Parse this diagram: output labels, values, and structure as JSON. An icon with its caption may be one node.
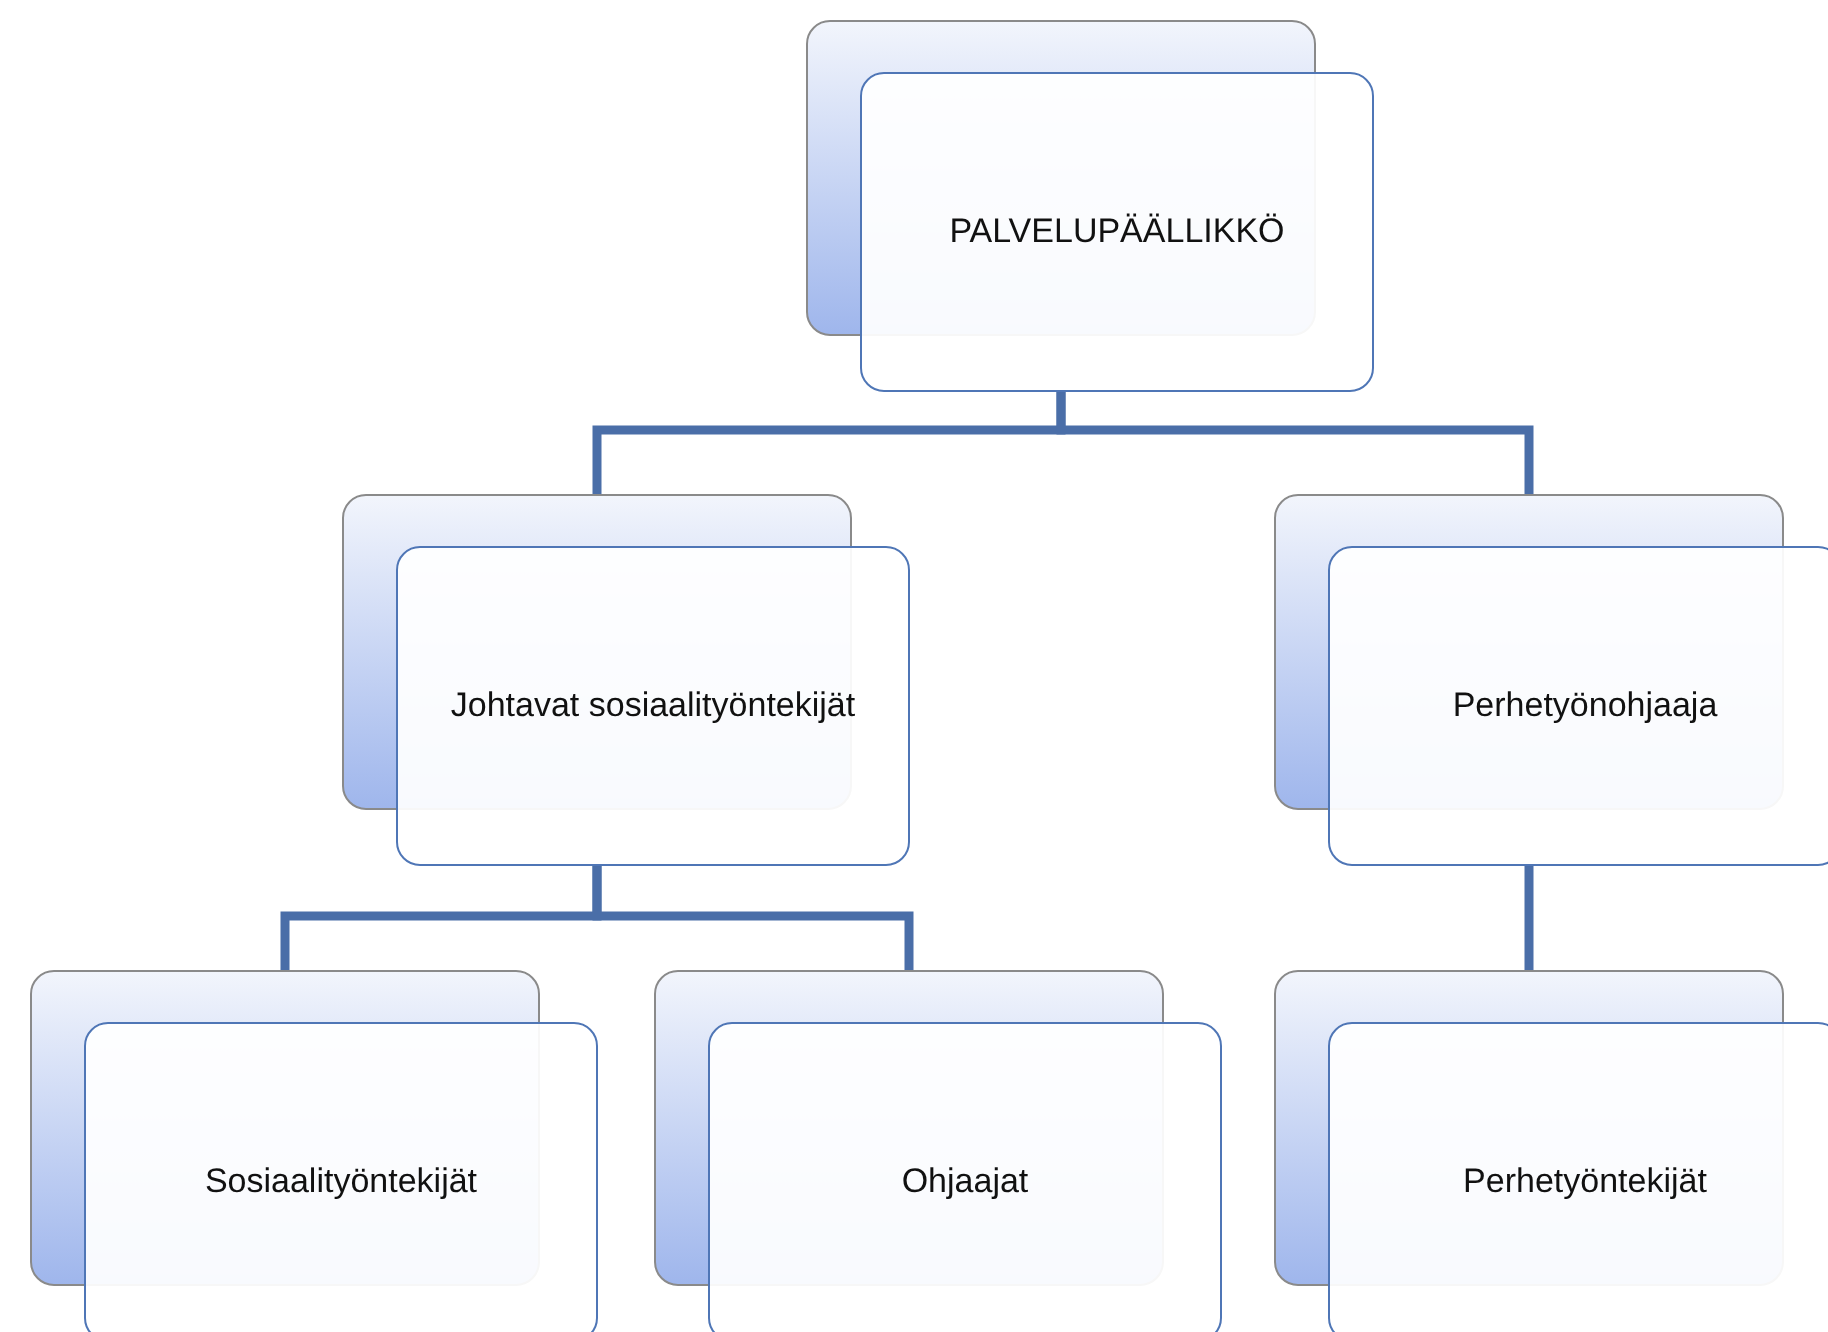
{
  "diagram": {
    "nodes": [
      {
        "text": [
          "PALVELUPÄÄLLIKKÖ"
        ]
      },
      {
        "text": [
          "Johtavat sosiaalityöntekijät"
        ]
      },
      {
        "text": [
          "Perhetyönohjaaja"
        ]
      },
      {
        "text": [
          "Sosiaalityöntekijät"
        ]
      },
      {
        "text": [
          "Ohjaajat"
        ]
      },
      {
        "text": [
          "Perhetyöntekijät"
        ]
      }
    ],
    "edges": [
      {
        "from": 0,
        "to": 1,
        "arrow": "none"
      },
      {
        "from": 0,
        "to": 2,
        "arrow": "none"
      },
      {
        "from": 1,
        "to": 3,
        "arrow": "none"
      },
      {
        "from": 1,
        "to": 4,
        "arrow": "none"
      },
      {
        "from": 2,
        "to": 5,
        "arrow": "none"
      }
    ]
  }
}
